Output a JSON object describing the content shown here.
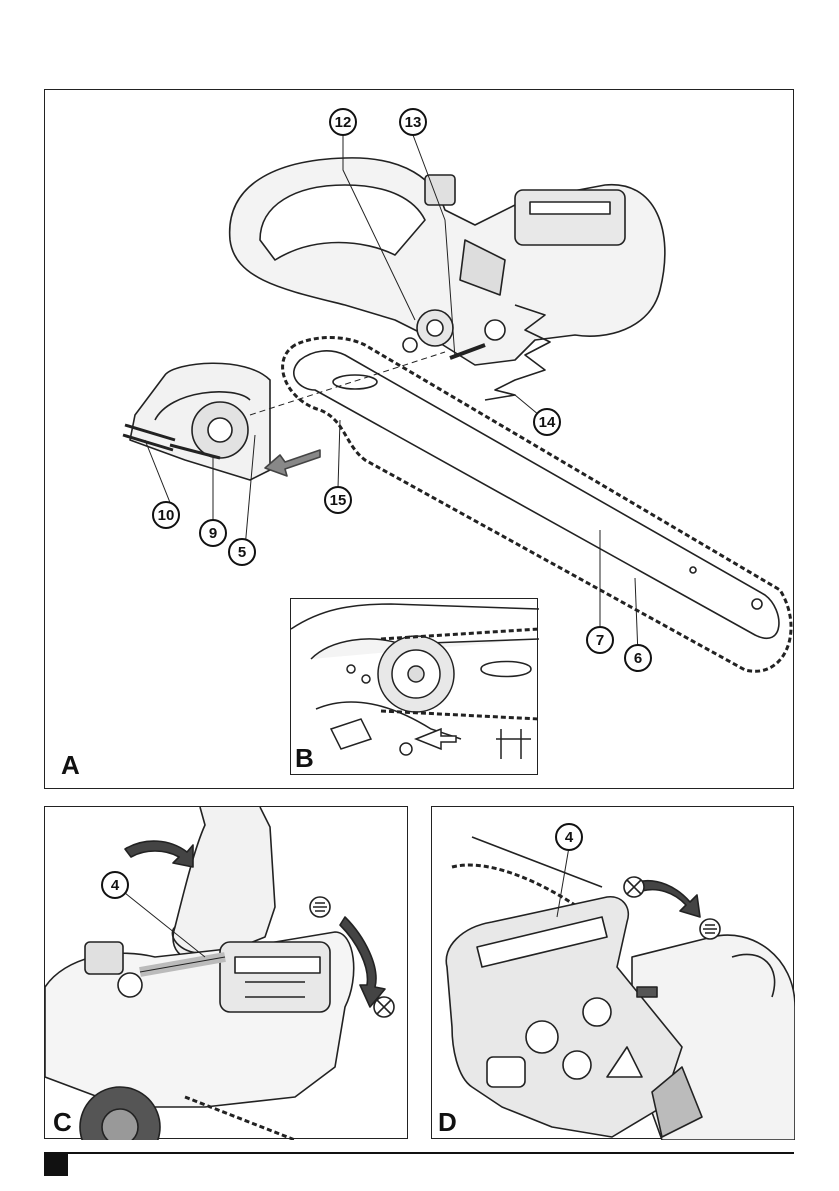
{
  "figure_a": {
    "letter": "A",
    "callouts": [
      "12",
      "13",
      "14",
      "15",
      "10",
      "9",
      "5",
      "7",
      "6"
    ],
    "inset_letter": "B"
  },
  "figure_c": {
    "letter": "C",
    "callouts": [
      "4"
    ]
  },
  "figure_d": {
    "letter": "D",
    "callouts": [
      "4"
    ]
  }
}
